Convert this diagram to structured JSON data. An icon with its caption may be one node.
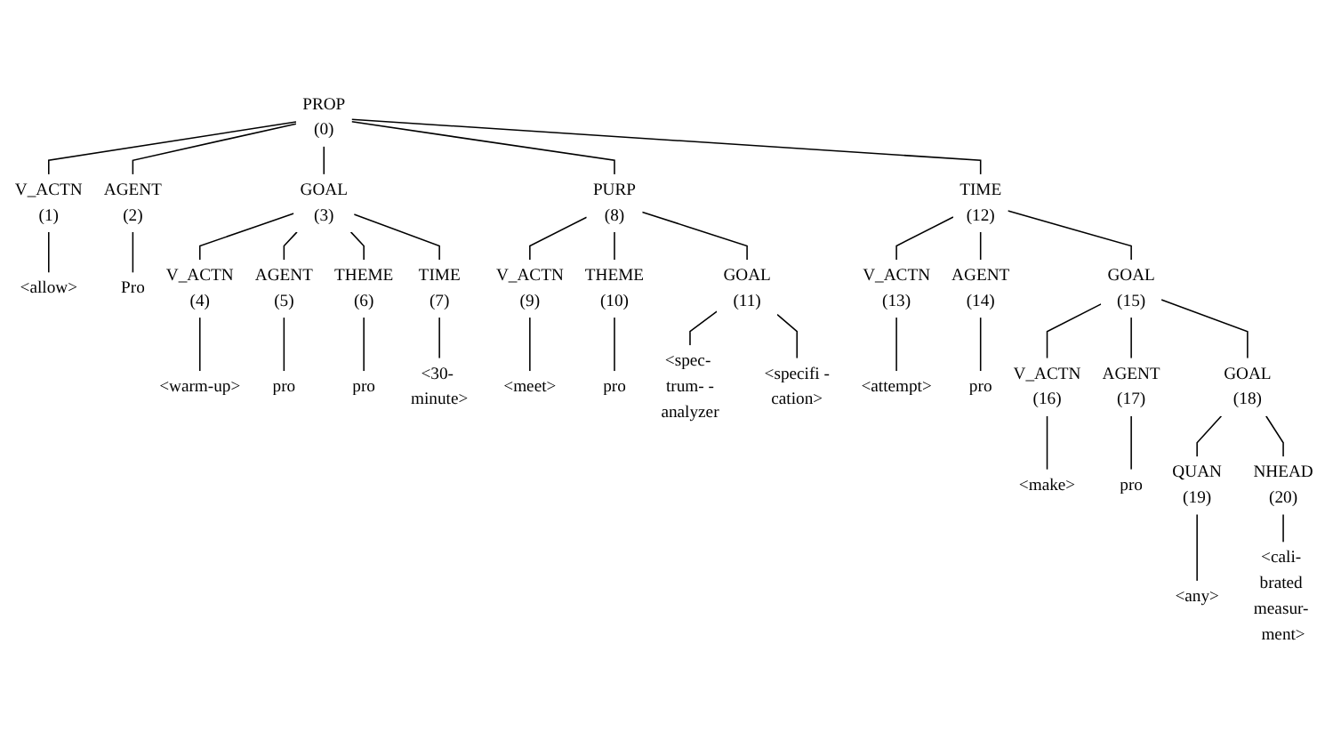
{
  "diagram": {
    "nodes": [
      {
        "text": [
          "PROP",
          "(0)"
        ]
      },
      {
        "text": [
          "V_ACTN",
          "(1)"
        ]
      },
      {
        "text": [
          "AGENT",
          "(2)"
        ]
      },
      {
        "text": [
          "GOAL",
          "(3)"
        ]
      },
      {
        "text": [
          "V_ACTN",
          "(4)"
        ]
      },
      {
        "text": [
          "AGENT",
          "(5)"
        ]
      },
      {
        "text": [
          "THEME",
          "(6)"
        ]
      },
      {
        "text": [
          "TIME",
          "(7)"
        ]
      },
      {
        "text": [
          "PURP",
          "(8)"
        ]
      },
      {
        "text": [
          "V_ACTN",
          "(9)"
        ]
      },
      {
        "text": [
          "THEME",
          "(10)"
        ]
      },
      {
        "text": [
          "GOAL",
          "(11)"
        ]
      },
      {
        "text": [
          "TIME",
          "(12)"
        ]
      },
      {
        "text": [
          "V_ACTN",
          "(13)"
        ]
      },
      {
        "text": [
          "AGENT",
          "(14)"
        ]
      },
      {
        "text": [
          "GOAL",
          "(15)"
        ]
      },
      {
        "text": [
          "V_ACTN",
          "(16)"
        ]
      },
      {
        "text": [
          "AGENT",
          "(17)"
        ]
      },
      {
        "text": [
          "GOAL",
          "(18)"
        ]
      },
      {
        "text": [
          "QUAN",
          "(19)"
        ]
      },
      {
        "text": [
          "NHEAD",
          "(20)"
        ]
      },
      {
        "text": [
          "<allow>"
        ]
      },
      {
        "text": [
          "Pro"
        ]
      },
      {
        "text": [
          "<warm-up>"
        ]
      },
      {
        "text": [
          "pro"
        ]
      },
      {
        "text": [
          "pro"
        ]
      },
      {
        "text": [
          "<30- minute>"
        ]
      },
      {
        "text": [
          "<meet>"
        ]
      },
      {
        "text": [
          "pro"
        ]
      },
      {
        "text": [
          "<spec- trum- -analyzer"
        ]
      },
      {
        "text": [
          "<specifi -cation>"
        ]
      },
      {
        "text": [
          "<attempt>"
        ]
      },
      {
        "text": [
          "pro"
        ]
      },
      {
        "text": [
          "<make>"
        ]
      },
      {
        "text": [
          "pro"
        ]
      },
      {
        "text": [
          "<any>"
        ]
      },
      {
        "text": [
          "<cali- brated measur- ment>"
        ]
      }
    ],
    "edges": [
      {
        "from": 0,
        "to": 1,
        "arrow": "none"
      },
      {
        "from": 0,
        "to": 2,
        "arrow": "none"
      },
      {
        "from": 0,
        "to": 3,
        "arrow": "none"
      },
      {
        "from": 0,
        "to": 8,
        "arrow": "none"
      },
      {
        "from": 0,
        "to": 12,
        "arrow": "none"
      },
      {
        "from": 1,
        "to": 21,
        "arrow": "none"
      },
      {
        "from": 2,
        "to": 22,
        "arrow": "none"
      },
      {
        "from": 3,
        "to": 4,
        "arrow": "none"
      },
      {
        "from": 3,
        "to": 5,
        "arrow": "none"
      },
      {
        "from": 3,
        "to": 6,
        "arrow": "none"
      },
      {
        "from": 3,
        "to": 7,
        "arrow": "none"
      },
      {
        "from": 4,
        "to": 23,
        "arrow": "none"
      },
      {
        "from": 5,
        "to": 24,
        "arrow": "none"
      },
      {
        "from": 6,
        "to": 25,
        "arrow": "none"
      },
      {
        "from": 7,
        "to": 26,
        "arrow": "none"
      },
      {
        "from": 8,
        "to": 9,
        "arrow": "none"
      },
      {
        "from": 8,
        "to": 10,
        "arrow": "none"
      },
      {
        "from": 8,
        "to": 11,
        "arrow": "none"
      },
      {
        "from": 9,
        "to": 27,
        "arrow": "none"
      },
      {
        "from": 10,
        "to": 28,
        "arrow": "none"
      },
      {
        "from": 11,
        "to": 29,
        "arrow": "none"
      },
      {
        "from": 11,
        "to": 30,
        "arrow": "none"
      },
      {
        "from": 12,
        "to": 13,
        "arrow": "none"
      },
      {
        "from": 12,
        "to": 14,
        "arrow": "none"
      },
      {
        "from": 12,
        "to": 15,
        "arrow": "none"
      },
      {
        "from": 13,
        "to": 31,
        "arrow": "none"
      },
      {
        "from": 14,
        "to": 32,
        "arrow": "none"
      },
      {
        "from": 15,
        "to": 16,
        "arrow": "none"
      },
      {
        "from": 15,
        "to": 17,
        "arrow": "none"
      },
      {
        "from": 15,
        "to": 18,
        "arrow": "none"
      },
      {
        "from": 16,
        "to": 33,
        "arrow": "none"
      },
      {
        "from": 17,
        "to": 34,
        "arrow": "none"
      },
      {
        "from": 18,
        "to": 19,
        "arrow": "none"
      },
      {
        "from": 18,
        "to": 20,
        "arrow": "none"
      },
      {
        "from": 19,
        "to": 35,
        "arrow": "none"
      },
      {
        "from": 20,
        "to": 36,
        "arrow": "none"
      }
    ]
  }
}
